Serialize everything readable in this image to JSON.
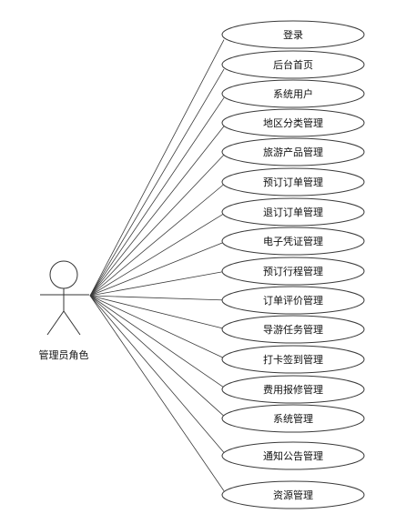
{
  "actor": {
    "label": "管理员角色"
  },
  "use_cases": [
    {
      "label": "登录"
    },
    {
      "label": "后台首页"
    },
    {
      "label": "系统用户"
    },
    {
      "label": "地区分类管理"
    },
    {
      "label": "旅游产品管理"
    },
    {
      "label": "预订订单管理"
    },
    {
      "label": "退订订单管理"
    },
    {
      "label": "电子凭证管理"
    },
    {
      "label": "预订行程管理"
    },
    {
      "label": "订单评价管理"
    },
    {
      "label": "导游任务管理"
    },
    {
      "label": "打卡签到管理"
    },
    {
      "label": "费用报修管理"
    },
    {
      "label": "系统管理"
    },
    {
      "label": "通知公告管理"
    },
    {
      "label": "资源管理"
    }
  ]
}
